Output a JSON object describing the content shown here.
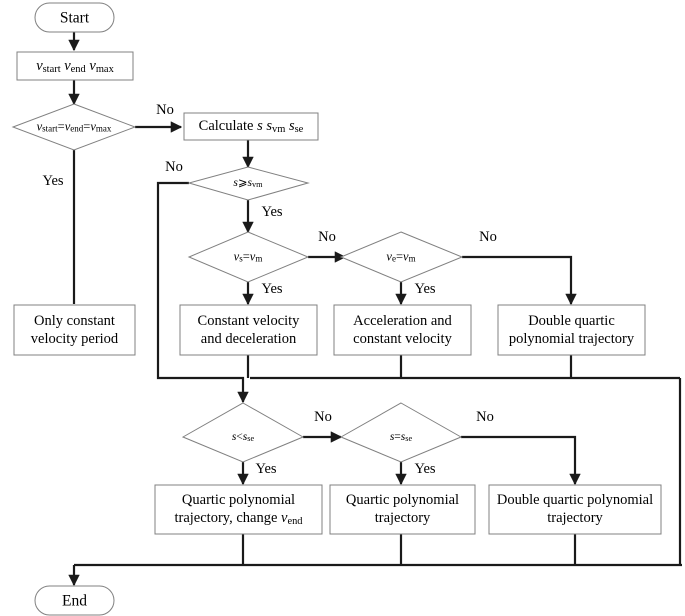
{
  "diagram": {
    "title": "Trajectory planning decision flowchart",
    "background_color": "#ffffff",
    "line_color": "#1a1a1a",
    "node_border_color": "#808080"
  },
  "nodes": {
    "start": {
      "label": "Start",
      "shape": "terminator"
    },
    "inputs": {
      "label": "v_start v_end v_max",
      "shape": "process"
    },
    "decision_equal": {
      "label": "v_start=v_end=v_max",
      "shape": "decision"
    },
    "calculate": {
      "label": "Calculate s s_vm s_se",
      "shape": "process"
    },
    "decision_s_ge_svm": {
      "label": "s⩾s_vm",
      "shape": "decision"
    },
    "decision_vs_vm": {
      "label": "v_s=v_m",
      "shape": "decision"
    },
    "decision_ve_vm": {
      "label": "v_e=v_m",
      "shape": "decision"
    },
    "only_constant": {
      "label": "Only constant velocity period",
      "shape": "process"
    },
    "const_decel": {
      "label": "Constant velocity and deceleration",
      "shape": "process"
    },
    "accel_const": {
      "label": "Acceleration and constant velocity",
      "shape": "process"
    },
    "double_quartic_top": {
      "label": "Double quartic polynomial trajectory",
      "shape": "process"
    },
    "decision_s_lt_sse": {
      "label": "s<s_se",
      "shape": "decision"
    },
    "decision_s_eq_sse": {
      "label": "s=s_se",
      "shape": "decision"
    },
    "quartic_change": {
      "label": "Quartic polynomial trajectory, change v_end",
      "shape": "process"
    },
    "quartic": {
      "label": "Quartic polynomial trajectory",
      "shape": "process"
    },
    "double_quartic_bottom": {
      "label": "Double quartic polynomial trajectory",
      "shape": "process"
    },
    "end": {
      "label": "End",
      "shape": "terminator"
    }
  },
  "edge_labels": {
    "equal_no": "No",
    "equal_yes": "Yes",
    "svm_no": "No",
    "svm_yes": "Yes",
    "vsvm_no": "No",
    "vsvm_yes": "Yes",
    "vevm_no": "No",
    "vevm_yes": "Yes",
    "sse_lt_no": "No",
    "sse_lt_yes": "Yes",
    "sse_eq_no": "No",
    "sse_eq_yes": "Yes"
  },
  "text_fragments": {
    "v": "v",
    "s": "s",
    "eq": "=",
    "lt": "<",
    "ge": "⩾",
    "sub_start": "start",
    "sub_end": "end",
    "sub_max": "max",
    "sub_vm": "vm",
    "sub_se": "se",
    "sub_s": "s",
    "sub_e": "e",
    "sub_m": "m",
    "calculate_word": "Calculate",
    "only_constant_l1": "Only constant",
    "only_constant_l2": "velocity period",
    "const_decel_l1": "Constant velocity",
    "const_decel_l2": "and deceleration",
    "accel_const_l1": "Acceleration and",
    "accel_const_l2": "constant velocity",
    "double_quartic_top_l1": "Double quartic",
    "double_quartic_top_l2": "polynomial trajectory",
    "quartic_change_l1": "Quartic polynomial",
    "quartic_change_l2a": "trajectory, change ",
    "quartic_l1": "Quartic polynomial",
    "quartic_l2": "trajectory",
    "double_quartic_bottom_l1": "Double quartic polynomial",
    "double_quartic_bottom_l2": "trajectory"
  }
}
